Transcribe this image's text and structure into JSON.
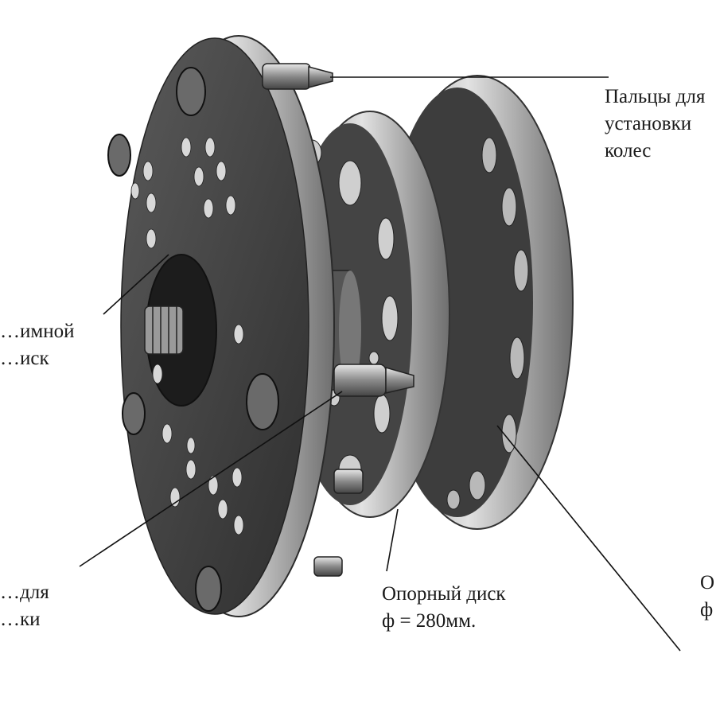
{
  "labels": {
    "fingers": [
      "Пальцы для",
      "установки",
      "колес"
    ],
    "clamp_disc": [
      "…имной",
      "…иск"
    ],
    "pin_for": [
      "…для",
      "…ки"
    ],
    "support_disc": [
      "Опорный диск",
      "ф = 280мм."
    ],
    "right_partial": [
      "О",
      "ф"
    ]
  },
  "colors": {
    "background": "#ffffff",
    "text": "#1a1a1a",
    "leader": "#111111",
    "metal_dark": "#3a3a3a",
    "metal_mid": "#7a7a7a",
    "metal_light": "#c8c8c8"
  }
}
